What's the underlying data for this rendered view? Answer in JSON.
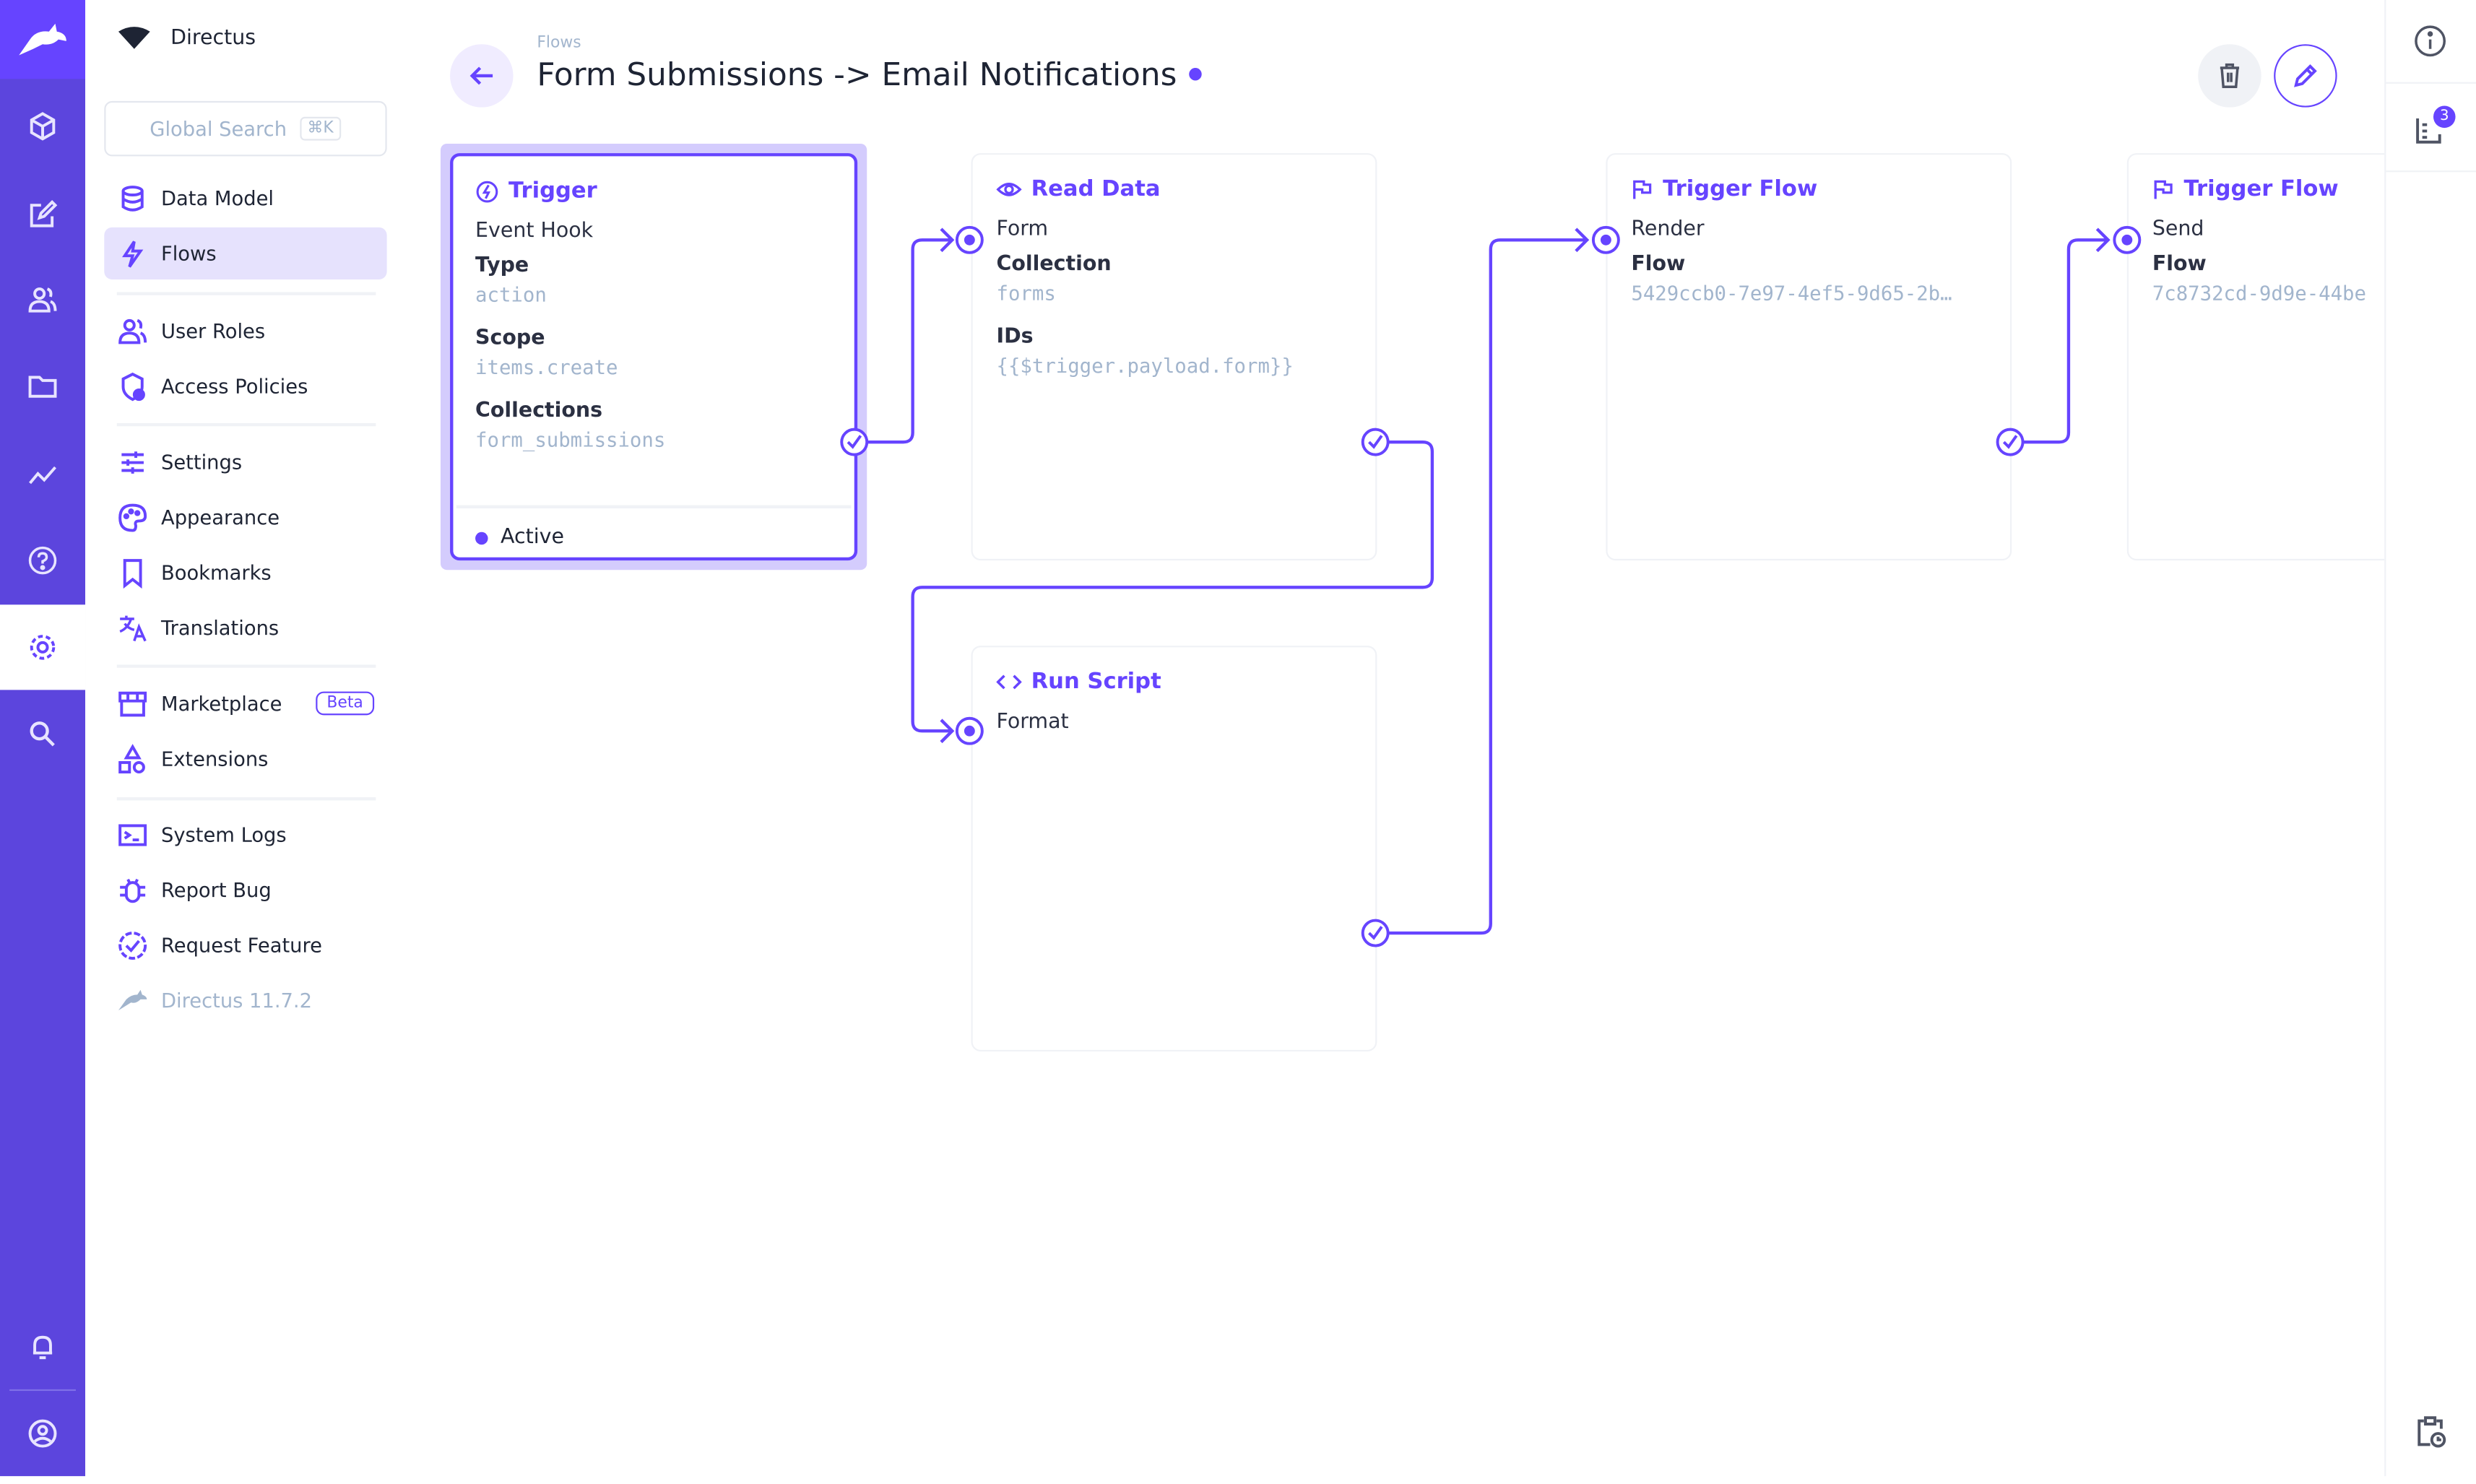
{
  "rail": {
    "icons": [
      "directus-logo-icon",
      "cube-icon",
      "edit-icon",
      "users-icon",
      "folder-icon",
      "insights-icon",
      "help-icon",
      "settings-icon",
      "search-icon",
      "bell-icon",
      "user-icon"
    ],
    "active": "settings-icon",
    "color": "#6644ff"
  },
  "sidebar": {
    "project": "Directus",
    "search_placeholder": "Global Search",
    "search_shortcut": "⌘K",
    "items": [
      {
        "label": "Data Model"
      },
      {
        "label": "Flows"
      },
      {
        "label": "User Roles"
      },
      {
        "label": "Access Policies"
      },
      {
        "label": "Settings"
      },
      {
        "label": "Appearance"
      },
      {
        "label": "Bookmarks"
      },
      {
        "label": "Translations"
      },
      {
        "label": "Marketplace",
        "badge": "Beta"
      },
      {
        "label": "Extensions"
      },
      {
        "label": "System Logs"
      },
      {
        "label": "Report Bug"
      },
      {
        "label": "Request Feature"
      },
      {
        "label": "Directus 11.7.2"
      }
    ]
  },
  "header": {
    "breadcrumb": "Flows",
    "title": "Form Submissions -> Email Notifications"
  },
  "cards": {
    "trigger": {
      "title": "Trigger",
      "subtitle": "Event Hook",
      "type_label": "Type",
      "type": "action",
      "scope_label": "Scope",
      "scope": "items.create",
      "collections_label": "Collections",
      "collections": "form_submissions",
      "status": "Active"
    },
    "read": {
      "title": "Read Data",
      "key": "Form",
      "collection_label": "Collection",
      "collection": "forms",
      "ids_label": "IDs",
      "ids": "{{$trigger.payload.form}}"
    },
    "script": {
      "title": "Run Script",
      "key": "Format"
    },
    "flow1": {
      "title": "Trigger Flow",
      "key": "Render",
      "flow_label": "Flow",
      "flow": "5429ccb0-7e97-4ef5-9d65-2b…"
    },
    "flow2": {
      "title": "Trigger Flow",
      "key": "Send",
      "flow_label": "Flow",
      "flow": "7c8732cd-9d9e-44be"
    }
  },
  "right_panel": {
    "notification_count": "3"
  }
}
